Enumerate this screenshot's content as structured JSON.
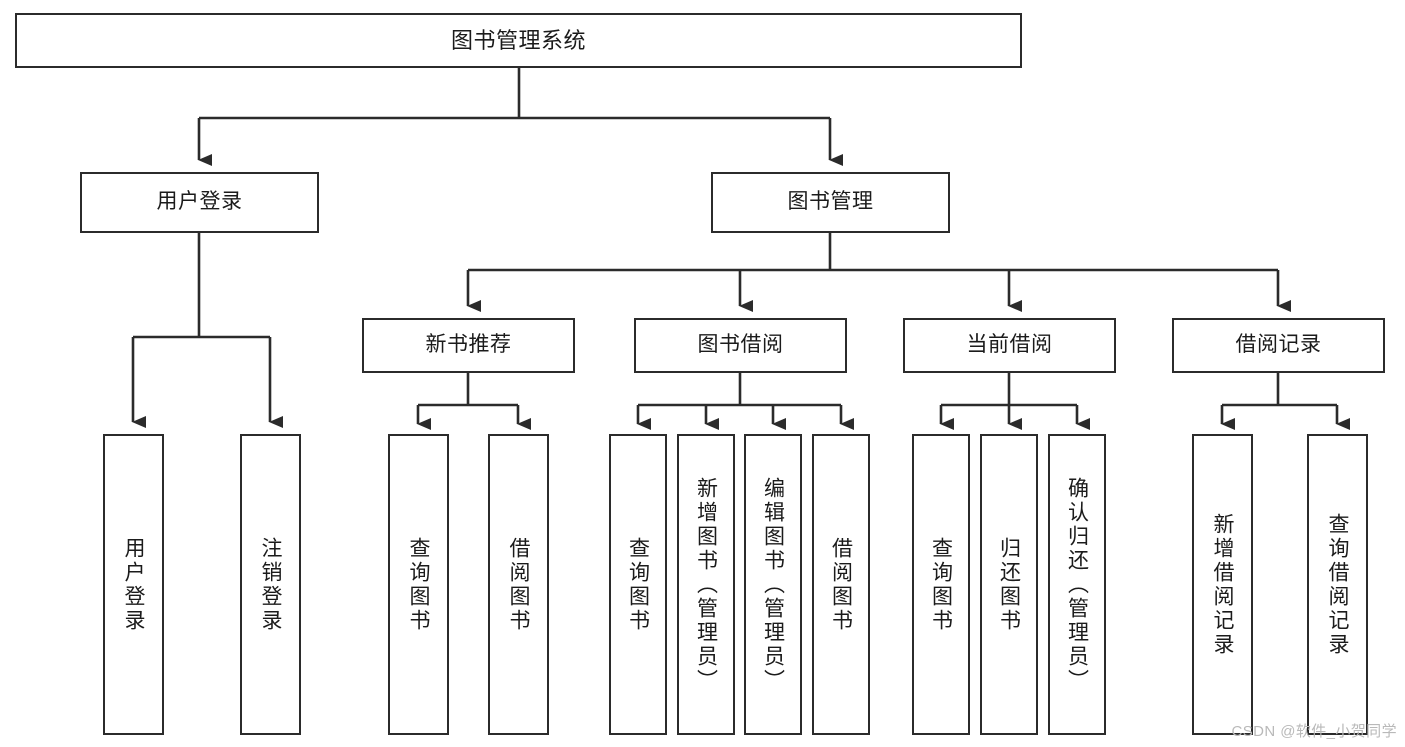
{
  "diagram": {
    "title": "图书管理系统",
    "watermark": "CSDN @软件_小贺同学",
    "colors": {
      "background": "#ffffff",
      "border": "#2b2b2b",
      "line": "#2b2b2b",
      "text": "#1b1b1b",
      "watermark": "#b9b9b9"
    },
    "root": {
      "label": "图书管理系统"
    },
    "level2": [
      {
        "label": "用户登录"
      },
      {
        "label": "图书管理"
      }
    ],
    "level3": [
      {
        "label": "新书推荐"
      },
      {
        "label": "图书借阅"
      },
      {
        "label": "当前借阅"
      },
      {
        "label": "借阅记录"
      }
    ],
    "leaves": {
      "user_login": [
        {
          "label": "用户登录"
        },
        {
          "label": "注销登录"
        }
      ],
      "new_book": [
        {
          "label": "查询图书"
        },
        {
          "label": "借阅图书"
        }
      ],
      "borrow": [
        {
          "label": "查询图书"
        },
        {
          "label": "新增图书（管理员）"
        },
        {
          "label": "编辑图书（管理员）"
        },
        {
          "label": "借阅图书"
        }
      ],
      "current": [
        {
          "label": "查询图书"
        },
        {
          "label": "归还图书"
        },
        {
          "label": "确认归还（管理员）"
        }
      ],
      "records": [
        {
          "label": "新增借阅记录"
        },
        {
          "label": "查询借阅记录"
        }
      ]
    }
  }
}
